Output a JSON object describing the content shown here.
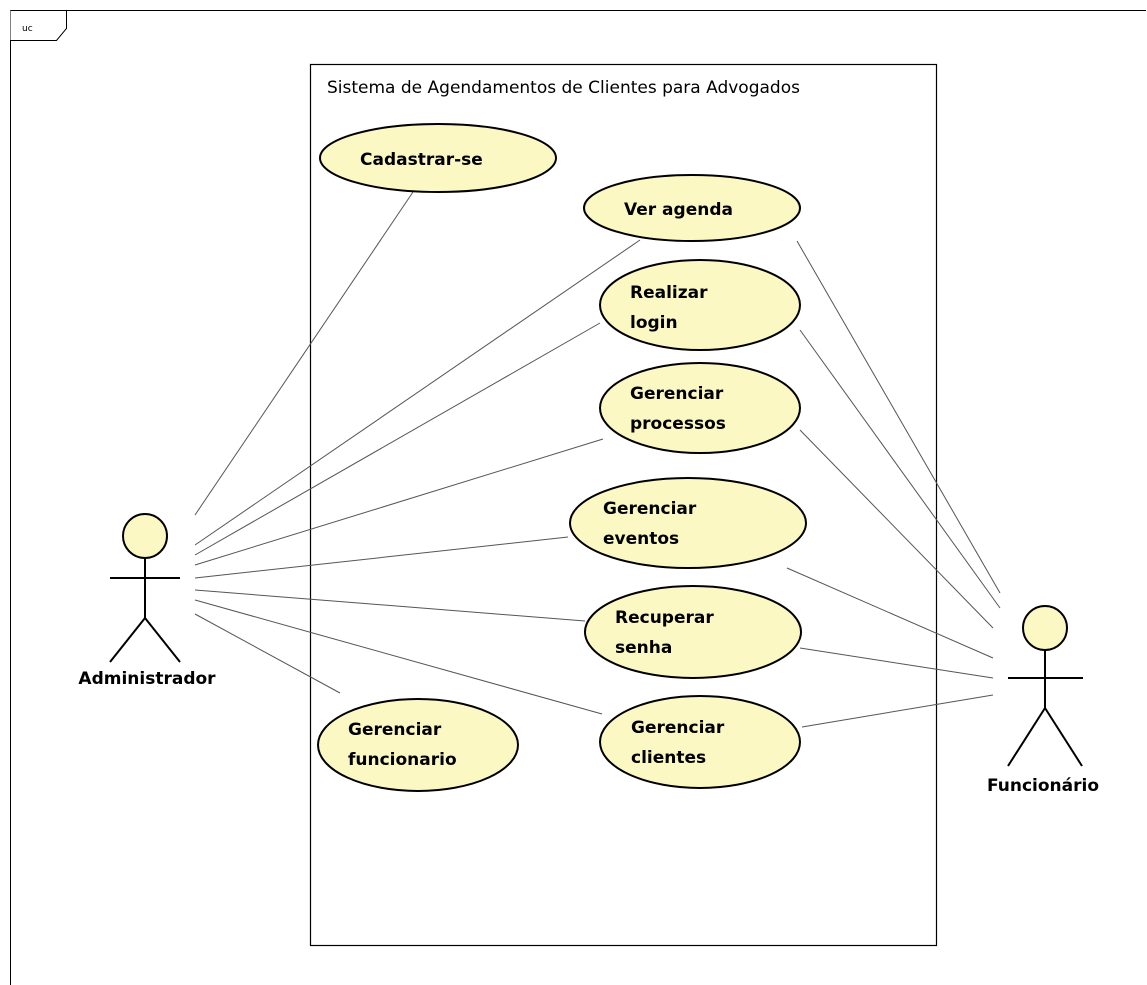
{
  "frame": {
    "tag": "uc"
  },
  "system": {
    "title": "Sistema de Agendamentos de Clientes para Advogados"
  },
  "actors": {
    "admin": {
      "name": "Administrador"
    },
    "func": {
      "name": "Funcionário"
    }
  },
  "use_cases": [
    {
      "id": "cadastrar",
      "lines": [
        "Cadastrar-se"
      ]
    },
    {
      "id": "ver-agenda",
      "lines": [
        "Ver agenda"
      ]
    },
    {
      "id": "realizar-login",
      "lines": [
        "Realizar",
        "login"
      ]
    },
    {
      "id": "gerenciar-processos",
      "lines": [
        "Gerenciar",
        "processos"
      ]
    },
    {
      "id": "gerenciar-eventos",
      "lines": [
        "Gerenciar",
        "eventos"
      ]
    },
    {
      "id": "recuperar-senha",
      "lines": [
        "Recuperar",
        "senha"
      ]
    },
    {
      "id": "gerenciar-clientes",
      "lines": [
        "Gerenciar",
        "clientes"
      ]
    },
    {
      "id": "gerenciar-funcionario",
      "lines": [
        "Gerenciar",
        "funcionario"
      ]
    }
  ],
  "associations": [
    {
      "actor": "admin",
      "use_case": "cadastrar"
    },
    {
      "actor": "admin",
      "use_case": "ver-agenda"
    },
    {
      "actor": "admin",
      "use_case": "realizar-login"
    },
    {
      "actor": "admin",
      "use_case": "gerenciar-processos"
    },
    {
      "actor": "admin",
      "use_case": "gerenciar-eventos"
    },
    {
      "actor": "admin",
      "use_case": "recuperar-senha"
    },
    {
      "actor": "admin",
      "use_case": "gerenciar-clientes"
    },
    {
      "actor": "admin",
      "use_case": "gerenciar-funcionario"
    },
    {
      "actor": "func",
      "use_case": "ver-agenda"
    },
    {
      "actor": "func",
      "use_case": "realizar-login"
    },
    {
      "actor": "func",
      "use_case": "gerenciar-processos"
    },
    {
      "actor": "func",
      "use_case": "gerenciar-eventos"
    },
    {
      "actor": "func",
      "use_case": "recuperar-senha"
    },
    {
      "actor": "func",
      "use_case": "gerenciar-clientes"
    }
  ],
  "colors": {
    "use_case_fill": "#fcf8c4",
    "actor_fill": "#fcf8c4",
    "stroke": "#000000",
    "line": "#555555"
  }
}
